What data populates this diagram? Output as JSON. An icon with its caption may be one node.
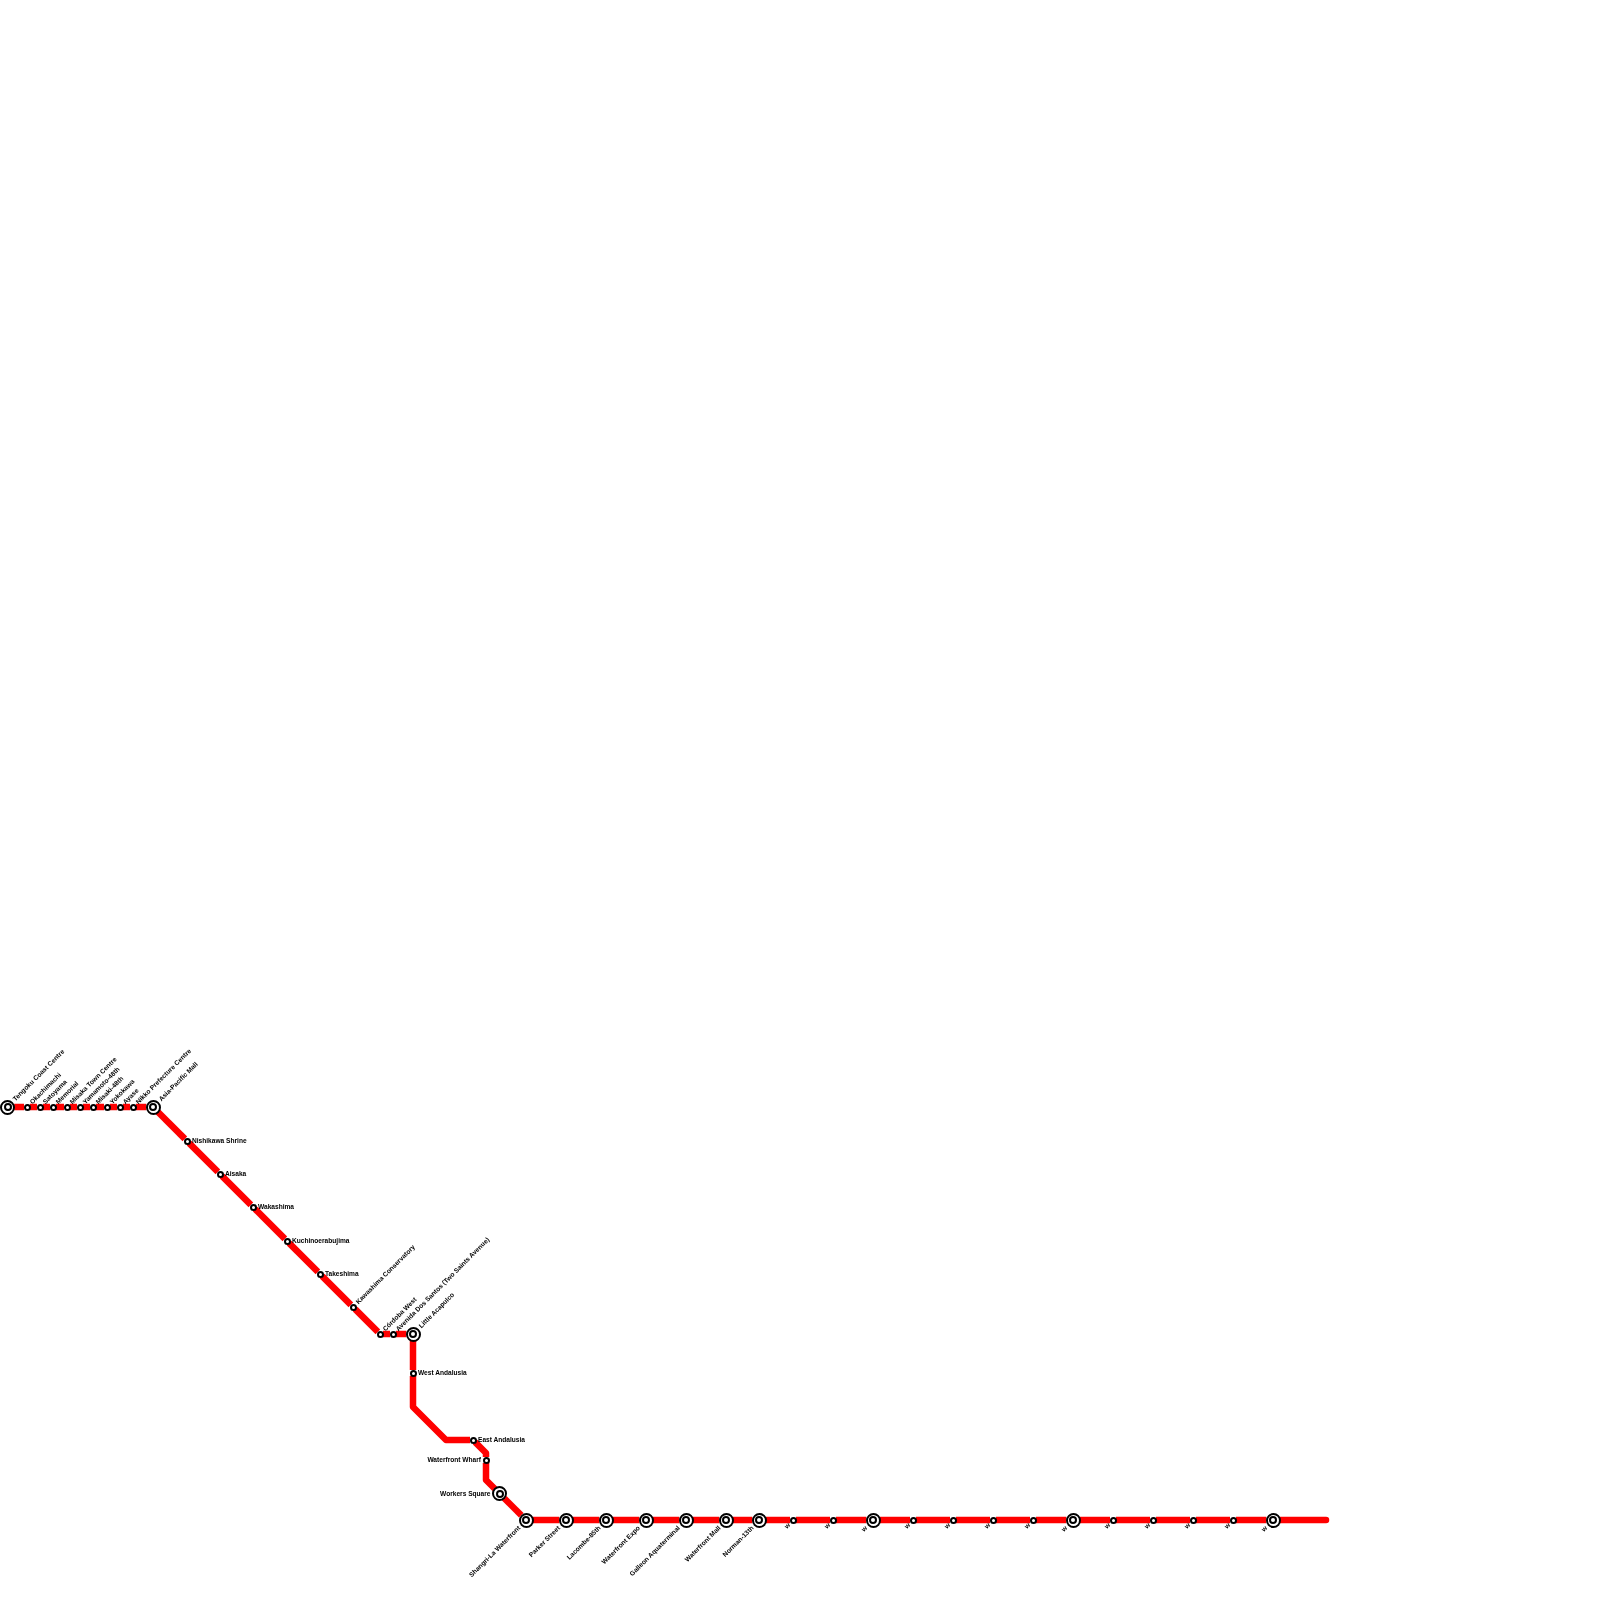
{
  "diagram": {
    "nodes": [
      {
        "text": [],
        "shape": "bullseye",
        "beside": [
          "Tengoku Coast Centre"
        ]
      },
      {
        "text": [],
        "shape": "circle",
        "beside": [
          "Okachimachi"
        ]
      },
      {
        "text": [],
        "shape": "circle",
        "beside": [
          "Satoyama"
        ]
      },
      {
        "text": [],
        "shape": "circle",
        "beside": [
          "Memorial"
        ]
      },
      {
        "text": [],
        "shape": "circle",
        "beside": [
          "Misaka Town Centre"
        ]
      },
      {
        "text": [],
        "shape": "circle",
        "beside": [
          "Yamamoto-48th"
        ]
      },
      {
        "text": [],
        "shape": "circle",
        "beside": [
          "Misaki-48th"
        ]
      },
      {
        "text": [],
        "shape": "circle",
        "beside": [
          "Yokokawa"
        ]
      },
      {
        "text": [],
        "shape": "circle",
        "beside": [
          "Ayase"
        ]
      },
      {
        "text": [],
        "shape": "circle",
        "beside": [
          "Nikko Prefecture Centre"
        ]
      },
      {
        "text": [],
        "shape": "bullseye",
        "beside": [
          "Asia-Pacific Mall"
        ]
      },
      {
        "text": [],
        "shape": "circle",
        "beside": [
          "Nishikawa Shrine"
        ]
      },
      {
        "text": [],
        "shape": "circle",
        "beside": [
          "Aisaka"
        ]
      },
      {
        "text": [],
        "shape": "circle",
        "beside": [
          "Wakashima"
        ]
      },
      {
        "text": [],
        "shape": "circle",
        "beside": [
          "Kuchinoerabujima"
        ]
      },
      {
        "text": [],
        "shape": "circle",
        "beside": [
          "Takeshima"
        ]
      },
      {
        "text": [],
        "shape": "circle",
        "beside": [
          "Kawashima Conservatory"
        ]
      },
      {
        "text": [],
        "shape": "circle",
        "beside": [
          "Córdoba West"
        ]
      },
      {
        "text": [],
        "shape": "circle",
        "beside": [
          "Avenida Dos Santos (Two Saints Avenue)"
        ]
      },
      {
        "text": [],
        "shape": "bullseye",
        "beside": [
          "Little Acapulco"
        ]
      },
      {
        "text": [],
        "shape": "circle",
        "beside": [
          "West Andalusia"
        ]
      },
      {
        "text": [],
        "shape": "circle",
        "beside": [
          "East Andalusia"
        ]
      },
      {
        "text": [],
        "shape": "circle",
        "beside": [
          "Waterfront Wharf"
        ]
      },
      {
        "text": [],
        "shape": "bullseye",
        "beside": [
          "Workers Square"
        ]
      },
      {
        "text": [],
        "shape": "bullseye",
        "beside": [
          "Shangri-La Waterfront"
        ]
      },
      {
        "text": [],
        "shape": "bullseye",
        "beside": [
          "Parker Street"
        ]
      },
      {
        "text": [],
        "shape": "bullseye",
        "beside": [
          "Lacombe-85th"
        ]
      },
      {
        "text": [],
        "shape": "bullseye",
        "beside": [
          "Waterfront Expo"
        ]
      },
      {
        "text": [],
        "shape": "bullseye",
        "beside": [
          "Galleon Aquaterminal"
        ]
      },
      {
        "text": [],
        "shape": "bullseye",
        "beside": [
          "Waterfront Mall"
        ]
      },
      {
        "text": [],
        "shape": "bullseye",
        "beside": [
          "Norman-13th"
        ]
      },
      {
        "text": [],
        "shape": "circle",
        "beside": [
          "w"
        ]
      },
      {
        "text": [],
        "shape": "circle",
        "beside": [
          "w"
        ]
      },
      {
        "text": [],
        "shape": "bullseye",
        "beside": [
          "w"
        ]
      },
      {
        "text": [],
        "shape": "circle",
        "beside": [
          "w"
        ]
      },
      {
        "text": [],
        "shape": "circle",
        "beside": [
          "w"
        ]
      },
      {
        "text": [],
        "shape": "circle",
        "beside": [
          "w"
        ]
      },
      {
        "text": [],
        "shape": "circle",
        "beside": [
          "w"
        ]
      },
      {
        "text": [],
        "shape": "bullseye",
        "beside": [
          "w"
        ]
      },
      {
        "text": [],
        "shape": "circle",
        "beside": [
          "w"
        ]
      },
      {
        "text": [],
        "shape": "circle",
        "beside": [
          "w"
        ]
      },
      {
        "text": [],
        "shape": "circle",
        "beside": [
          "w"
        ]
      },
      {
        "text": [],
        "shape": "circle",
        "beside": [
          "w"
        ]
      },
      {
        "text": [],
        "shape": "bullseye",
        "beside": [
          "w"
        ]
      }
    ],
    "edges": [
      {
        "from": 0,
        "to": 1,
        "arrow": "none"
      },
      {
        "from": 1,
        "to": 2,
        "arrow": "none"
      },
      {
        "from": 2,
        "to": 3,
        "arrow": "none"
      },
      {
        "from": 3,
        "to": 4,
        "arrow": "none"
      },
      {
        "from": 4,
        "to": 5,
        "arrow": "none"
      },
      {
        "from": 5,
        "to": 6,
        "arrow": "none"
      },
      {
        "from": 6,
        "to": 7,
        "arrow": "none"
      },
      {
        "from": 7,
        "to": 8,
        "arrow": "none"
      },
      {
        "from": 8,
        "to": 9,
        "arrow": "none"
      },
      {
        "from": 9,
        "to": 10,
        "arrow": "none"
      },
      {
        "from": 10,
        "to": 11,
        "arrow": "none"
      },
      {
        "from": 11,
        "to": 12,
        "arrow": "none"
      },
      {
        "from": 12,
        "to": 13,
        "arrow": "none"
      },
      {
        "from": 13,
        "to": 14,
        "arrow": "none"
      },
      {
        "from": 14,
        "to": 15,
        "arrow": "none"
      },
      {
        "from": 15,
        "to": 16,
        "arrow": "none"
      },
      {
        "from": 16,
        "to": 17,
        "arrow": "none"
      },
      {
        "from": 17,
        "to": 18,
        "arrow": "none"
      },
      {
        "from": 18,
        "to": 19,
        "arrow": "none"
      },
      {
        "from": 19,
        "to": 20,
        "arrow": "none"
      },
      {
        "from": 20,
        "to": 21,
        "arrow": "none"
      },
      {
        "from": 21,
        "to": 22,
        "arrow": "none"
      },
      {
        "from": 22,
        "to": 23,
        "arrow": "none"
      },
      {
        "from": 23,
        "to": 24,
        "arrow": "none"
      },
      {
        "from": 24,
        "to": 25,
        "arrow": "none"
      },
      {
        "from": 25,
        "to": 26,
        "arrow": "none"
      },
      {
        "from": 26,
        "to": 27,
        "arrow": "none"
      },
      {
        "from": 27,
        "to": 28,
        "arrow": "none"
      },
      {
        "from": 28,
        "to": 29,
        "arrow": "none"
      },
      {
        "from": 29,
        "to": 30,
        "arrow": "none"
      },
      {
        "from": 30,
        "to": 31,
        "arrow": "none"
      },
      {
        "from": 31,
        "to": 32,
        "arrow": "none"
      },
      {
        "from": 32,
        "to": 33,
        "arrow": "none"
      },
      {
        "from": 33,
        "to": 34,
        "arrow": "none"
      },
      {
        "from": 34,
        "to": 35,
        "arrow": "none"
      },
      {
        "from": 35,
        "to": 36,
        "arrow": "none"
      },
      {
        "from": 36,
        "to": 37,
        "arrow": "none"
      },
      {
        "from": 37,
        "to": 38,
        "arrow": "none"
      },
      {
        "from": 38,
        "to": 39,
        "arrow": "none"
      },
      {
        "from": 39,
        "to": 40,
        "arrow": "none"
      },
      {
        "from": 40,
        "to": 41,
        "arrow": "none"
      },
      {
        "from": 41,
        "to": 42,
        "arrow": "none"
      },
      {
        "from": 42,
        "to": 43,
        "arrow": "none"
      },
      {
        "from": 43,
        "to": null,
        "arrow": "none"
      }
    ]
  }
}
